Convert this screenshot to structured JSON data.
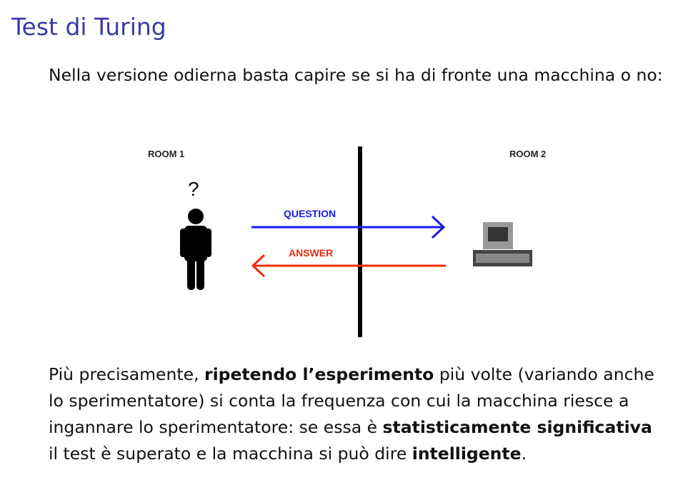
{
  "slide": {
    "title": "Test di Turing",
    "intro": "Nella versione odierna basta capire se si ha di fronte una macchina o no:",
    "body": {
      "t1": "Più precisamente, ",
      "b1": "ripetendo l’esperimento",
      "t2": " più volte (variando anche lo sperimentatore) si conta la frequenza con cui la macchina riesce a ingannare lo sperimentatore: se essa è ",
      "b2": "statisticamente significativa",
      "t3": " il test è superato e la macchina si può dire ",
      "b3": "intelligente",
      "t4": "."
    }
  },
  "diagram": {
    "room1": "ROOM 1",
    "room2": "ROOM 2",
    "question_mark": "?",
    "question": "QUESTION",
    "answer": "ANSWER",
    "colors": {
      "question": "#1a1aee",
      "answer": "#ee2a10",
      "title": "#3a3aa8"
    }
  }
}
